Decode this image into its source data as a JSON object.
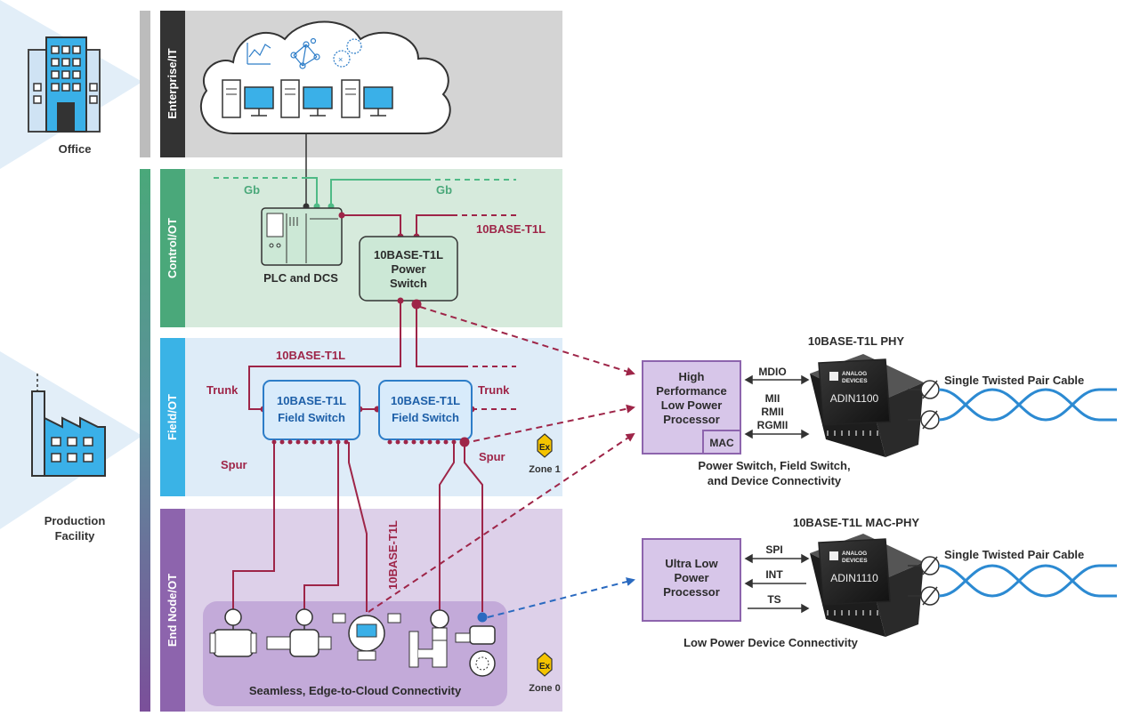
{
  "side": {
    "office": "Office",
    "production_1": "Production",
    "production_2": "Facility"
  },
  "tiers": {
    "enterprise": "Enterprise/IT",
    "control": "Control/OT",
    "field": "Field/OT",
    "endnode": "End Node/OT"
  },
  "network": {
    "gb_left": "Gb",
    "gb_right": "Gb",
    "t1l_control": "10BASE-T1L",
    "t1l_field": "10BASE-T1L",
    "t1l_endnode": "10BASE-T1L",
    "plc_label": "PLC and DCS",
    "power_switch": [
      "10BASE-T1L",
      "Power",
      "Switch"
    ],
    "field_switch_1": [
      "10BASE-T1L",
      "Field Switch"
    ],
    "field_switch_2": [
      "10BASE-T1L",
      "Field Switch"
    ],
    "trunk_left": "Trunk",
    "trunk_right": "Trunk",
    "spur_left": "Spur",
    "spur_right": "Spur",
    "ex_symbol": "Ex",
    "zone1": "Zone 1",
    "zone0": "Zone 0",
    "seamless": "Seamless, Edge-to-Cloud Connectivity"
  },
  "phy": {
    "title": "10BASE-T1L PHY",
    "processor": [
      "High",
      "Performance",
      "Low Power",
      "Processor"
    ],
    "mac": "MAC",
    "if1": "MDIO",
    "if2": "MII",
    "if3": "RMII",
    "if4": "RGMII",
    "chip_brand": [
      "ANALOG",
      "DEVICES"
    ],
    "chip_part": "ADIN1100",
    "cable": "Single Twisted Pair Cable",
    "caption": [
      "Power Switch, Field Switch,",
      "and Device Connectivity"
    ]
  },
  "macphy": {
    "title": "10BASE-T1L MAC-PHY",
    "processor": [
      "Ultra Low",
      "Power",
      "Processor"
    ],
    "if1": "SPI",
    "if2": "INT",
    "if3": "TS",
    "chip_brand": [
      "ANALOG",
      "DEVICES"
    ],
    "chip_part": "ADIN1110",
    "cable": "Single Twisted Pair Cable",
    "caption": "Low Power Device Connectivity"
  },
  "colors": {
    "enterprise_band": "#d4d4d4",
    "control_band": "#d6eadc",
    "field_band": "#deecf8",
    "endnode_band": "#ddd0e9",
    "label_dark": "#333333",
    "label_green": "#4aa87a",
    "label_blue": "#3ab3e6",
    "label_purple": "#8d64ad",
    "link_maroon": "#9e2548",
    "link_green": "#4fba86",
    "link_blue": "#2a6ac0",
    "switch_green_fill": "#cce8d6",
    "switch_blue_fill": "#d8ebfb",
    "switch_blue_stroke": "#2d7dc8",
    "processor_fill": "#d7c6e9",
    "processor_stroke": "#8d64ad",
    "twisted_pair": "#2c8ad2"
  }
}
